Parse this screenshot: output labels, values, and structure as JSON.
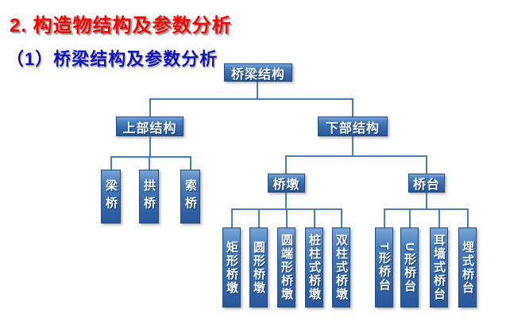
{
  "title": "2. 构造物结构及参数分析",
  "subtitle": "（1）桥梁结构及参数分析",
  "tree": {
    "root": "桥梁结构",
    "upper": "上部结构",
    "upper_children": [
      "梁桥",
      "拱桥",
      "索桥"
    ],
    "lower": "下部结构",
    "pier": "桥墩",
    "pier_children": [
      "矩形桥墩",
      "圆形桥墩",
      "圆端形桥墩",
      "桩柱式桥墩",
      "双柱式桥墩"
    ],
    "abutment": "桥台",
    "abutment_children": [
      "T形桥台",
      "U形桥台",
      "耳墙式桥台",
      "埋式桥台"
    ]
  },
  "colors": {
    "title_text": "#ff0000",
    "subtitle_text": "#0f0fc0",
    "node_fill_top": "#7aa6d8",
    "node_fill_bottom": "#2a579b",
    "node_border": "#1e4d7b",
    "node_text": "#ffffff",
    "connector": "#4a7ebb"
  }
}
